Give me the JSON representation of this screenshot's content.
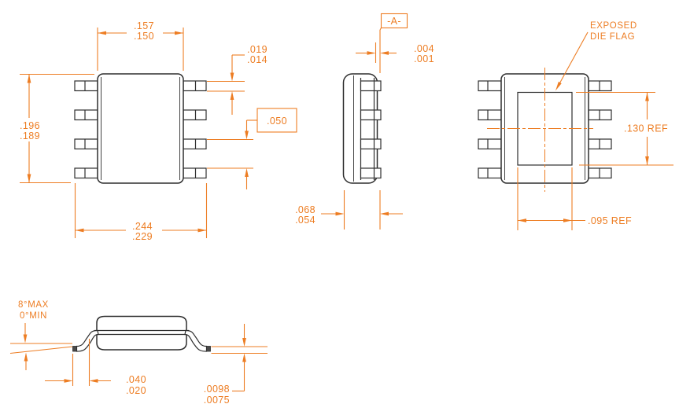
{
  "colors": {
    "outline": "#2e2e2e",
    "dimension": "#ed7d23",
    "background": "#ffffff"
  },
  "views": {
    "top_view": {
      "dim_body_width_max": ".157",
      "dim_body_width_min": ".150",
      "dim_body_length_max": ".196",
      "dim_body_length_min": ".189",
      "dim_lead_span_max": ".244",
      "dim_lead_span_min": ".229",
      "dim_lead_width_max": ".019",
      "dim_lead_width_min": ".014",
      "dim_lead_pitch": ".050"
    },
    "side_view": {
      "datum_label": "-A-",
      "dim_tip_to_datum_max": ".004",
      "dim_tip_to_datum_min": ".001",
      "dim_overall_thickness_max": ".068",
      "dim_overall_thickness_min": ".054"
    },
    "bottom_view": {
      "flag_label_line1": "EXPOSED",
      "flag_label_line2": "DIE FLAG",
      "dim_flag_length": ".130 REF",
      "dim_flag_width": ".095 REF"
    },
    "profile_view": {
      "lead_angle_max": "8°MAX",
      "lead_angle_min": "0°MIN",
      "dim_foot_length_max": ".040",
      "dim_foot_length_min": ".020",
      "dim_lead_thickness_max": ".0098",
      "dim_lead_thickness_min": ".0075"
    }
  }
}
